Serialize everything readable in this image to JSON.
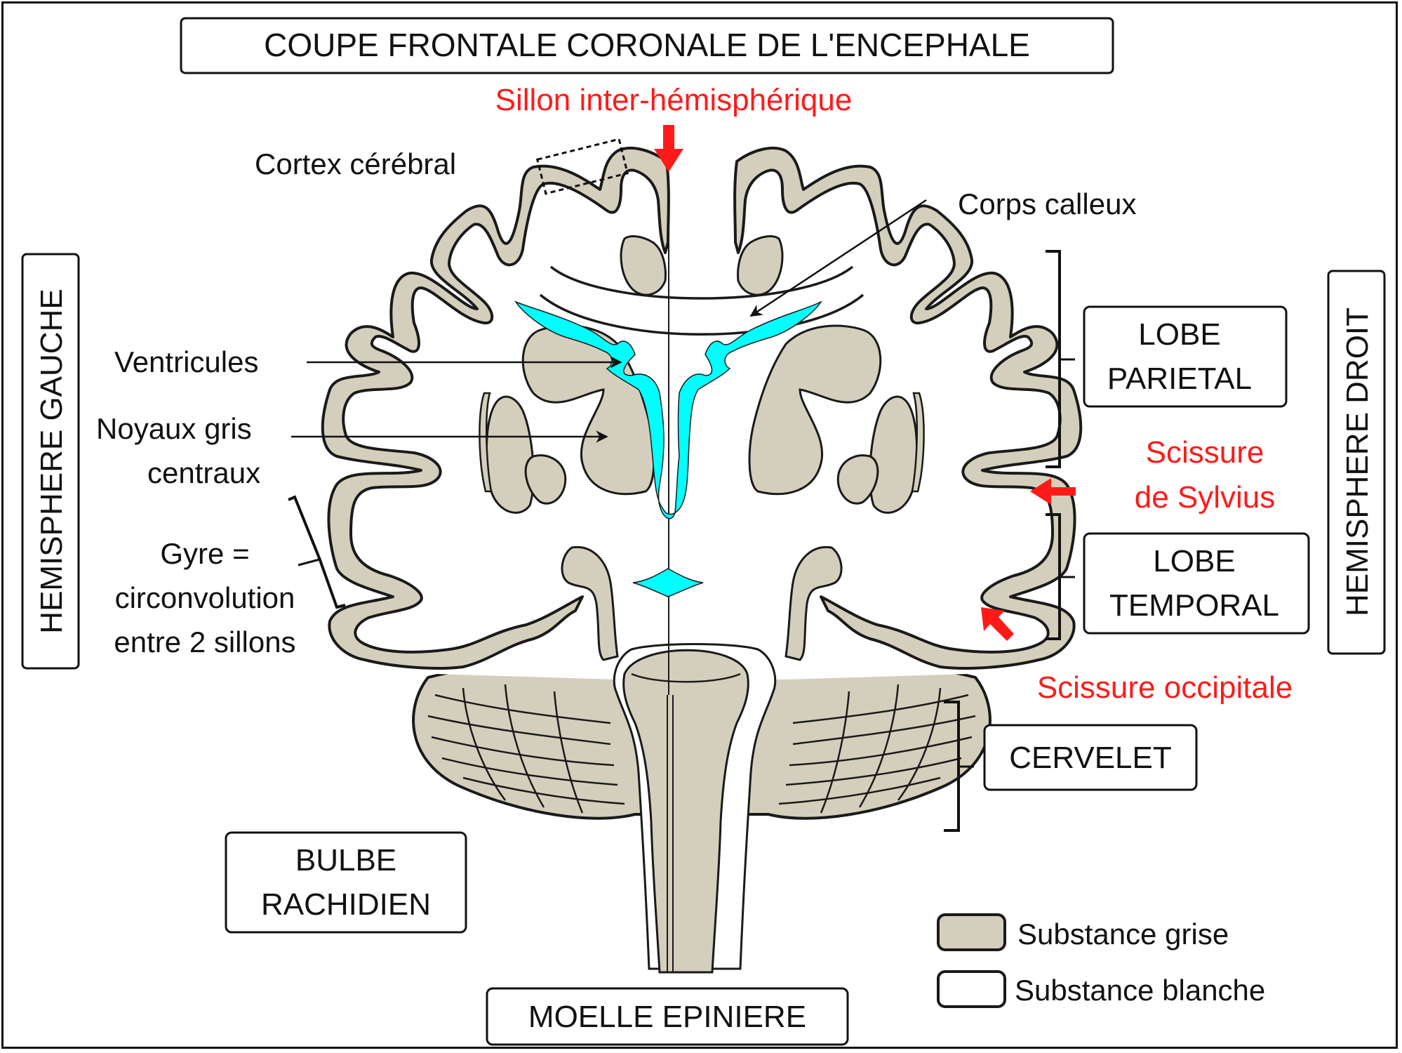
{
  "title": "COUPE FRONTALE CORONALE DE L'ENCEPHALE",
  "labels": {
    "sillon": "Sillon inter-hémisphérique",
    "cortex": "Cortex cérébral",
    "corps_calleux": "Corps calleux",
    "ventricules": "Ventricules",
    "noyaux_line1": "Noyaux gris",
    "noyaux_line2": "centraux",
    "gyre_line1": "Gyre =",
    "gyre_line2": "circonvolution",
    "gyre_line3": "entre 2 sillons",
    "scissure_sylvius_line1": "Scissure",
    "scissure_sylvius_line2": "de Sylvius",
    "scissure_occipitale": "Scissure occipitale"
  },
  "boxes": {
    "hemisphere_gauche": "HEMISPHERE GAUCHE",
    "hemisphere_droit": "HEMISPHERE DROIT",
    "lobe_parietal_line1": "LOBE",
    "lobe_parietal_line2": "PARIETAL",
    "lobe_temporal_line1": "LOBE",
    "lobe_temporal_line2": "TEMPORAL",
    "cervelet": "CERVELET",
    "bulbe_line1": "BULBE",
    "bulbe_line2": "RACHIDIEN",
    "moelle": "MOELLE EPINIERE"
  },
  "legend": {
    "grise": "Substance grise",
    "blanche": "Substance blanche"
  },
  "colors": {
    "grey_matter": "#d4cfbc",
    "ventricles": "#00ffff",
    "accent_red": "#ff1a1a",
    "outline": "#1a1a1a"
  }
}
